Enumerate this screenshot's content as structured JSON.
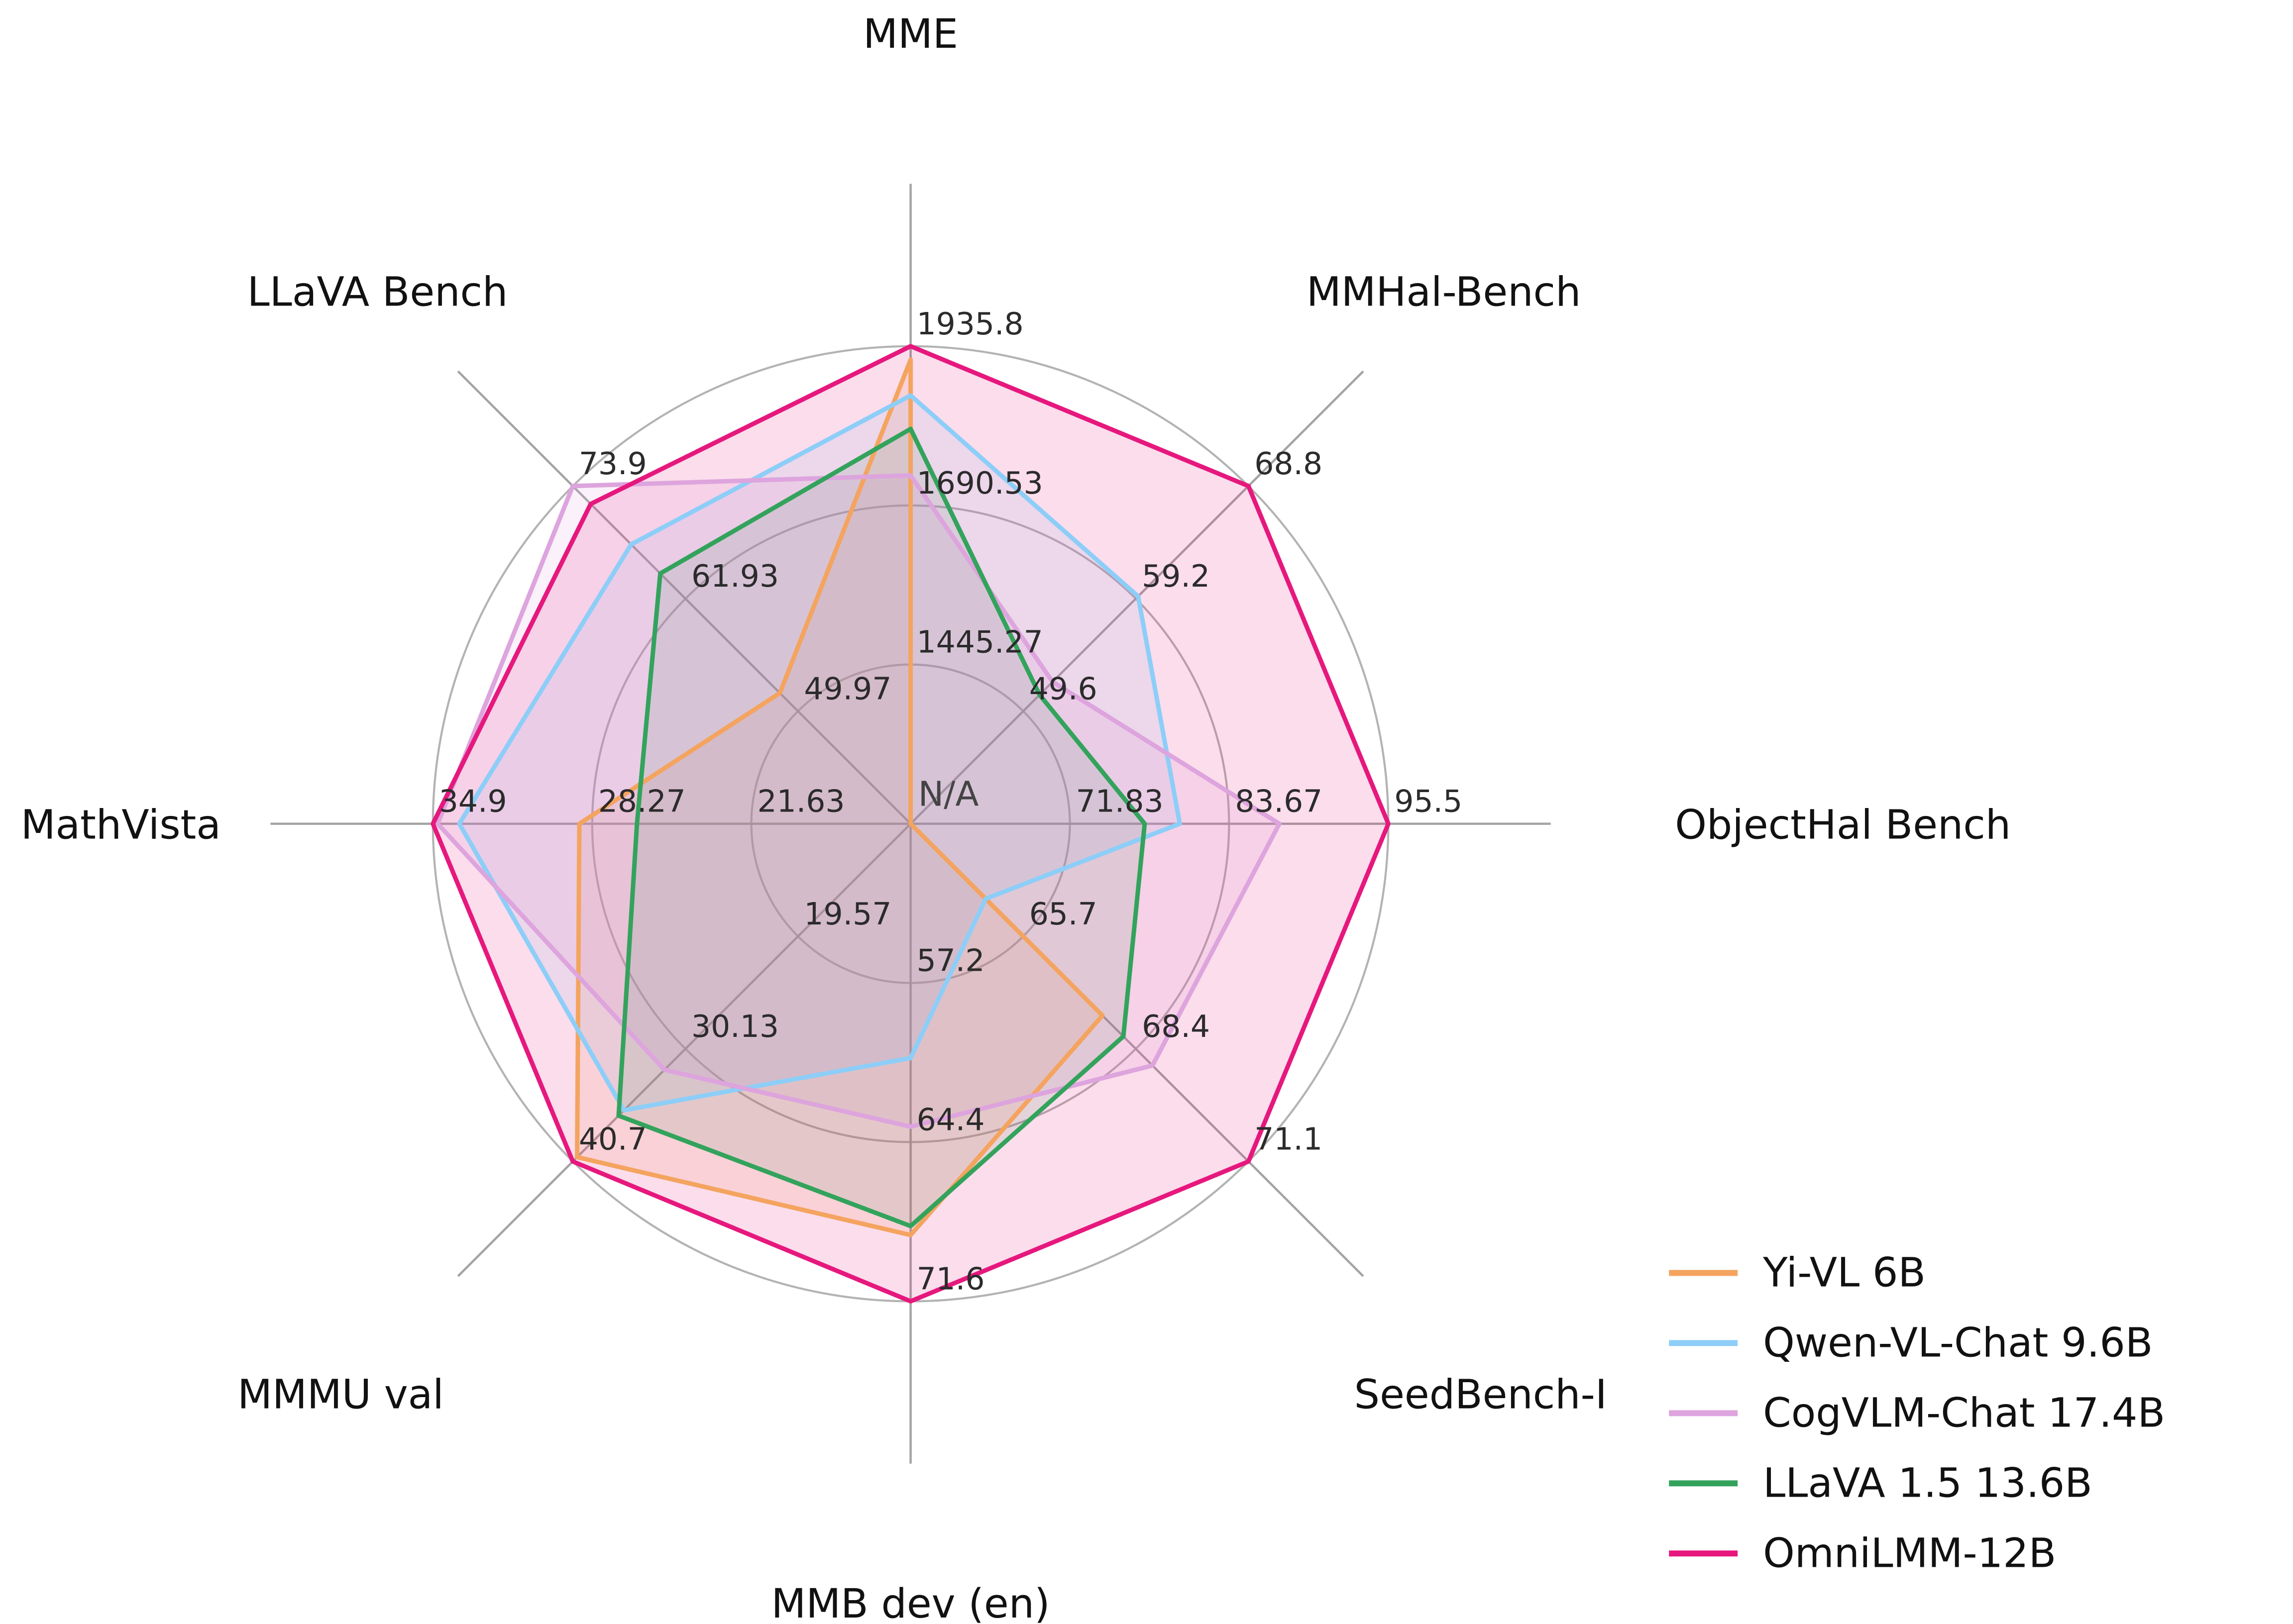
{
  "figure": {
    "background": "#ffffff",
    "grid_color": "#b3b3b3",
    "axis_line_color": "#a3a3a3",
    "tick_color": "#2b2b2b",
    "title_color": "#111111"
  },
  "chart_data": {
    "type": "radar",
    "center_label": "N/A",
    "grid": true,
    "legend_position": "lower right",
    "ring_fractions": [
      0.3333,
      0.6667,
      1
    ],
    "axes": [
      {
        "label": "MME",
        "max": 1935.8,
        "center": 1200.0,
        "ticks": [
          "1935.8",
          "1690.53",
          "1445.27"
        ]
      },
      {
        "label": "MMHal-Bench",
        "max": 68.8,
        "center": 40.0,
        "ticks": [
          "68.8",
          "59.2",
          "49.6"
        ]
      },
      {
        "label": "ObjectHal Bench",
        "max": 95.5,
        "center": 60.0,
        "ticks": [
          "95.5",
          "83.67",
          "71.83"
        ]
      },
      {
        "label": "SeedBench-I",
        "max": 71.1,
        "center": 63.0,
        "ticks": [
          "71.1",
          "68.4",
          "65.7"
        ]
      },
      {
        "label": "MMB dev (en)",
        "max": 71.6,
        "center": 50.0,
        "ticks": [
          "71.6",
          "64.4",
          "57.2"
        ]
      },
      {
        "label": "MMMU val",
        "max": 40.7,
        "center": 9.0,
        "ticks": [
          "40.7",
          "30.13",
          "19.57"
        ]
      },
      {
        "label": "MathVista",
        "max": 34.9,
        "center": 15.0,
        "ticks": [
          "34.9",
          "28.27",
          "21.63"
        ]
      },
      {
        "label": "LLaVA Bench",
        "max": 73.9,
        "center": 38.0,
        "ticks": [
          "73.9",
          "61.93",
          "49.97"
        ]
      }
    ],
    "series": [
      {
        "name": "Yi-VL 6B",
        "color": "#f4a45f",
        "fill_opacity": 0.15,
        "values": [
          1915.1,
          null,
          null,
          67.6,
          68.6,
          40.3,
          28.8,
          51.9
        ]
      },
      {
        "name": "Qwen-VL-Chat 9.6B",
        "color": "#8dcef8",
        "fill_opacity": 0.15,
        "values": [
          1860.0,
          59.4,
          80.0,
          64.8,
          60.6,
          35.9,
          33.8,
          67.7
        ]
      },
      {
        "name": "CogVLM-Chat 17.4B",
        "color": "#dda4dd",
        "fill_opacity": 0.15,
        "values": [
          1736.6,
          52.1,
          87.4,
          68.8,
          63.7,
          32.1,
          34.7,
          73.9
        ]
      },
      {
        "name": "LLaVA 1.5 13.6B",
        "color": "#33a35c",
        "fill_opacity": 0.12,
        "values": [
          1808.4,
          51.0,
          77.4,
          68.1,
          68.2,
          36.4,
          26.4,
          64.6
        ]
      },
      {
        "name": "OmniLMM-12B",
        "color": "#e6187d",
        "fill_opacity": 0.15,
        "values": [
          1935.8,
          68.8,
          95.5,
          71.1,
          71.6,
          40.7,
          34.9,
          72.0
        ]
      }
    ]
  }
}
